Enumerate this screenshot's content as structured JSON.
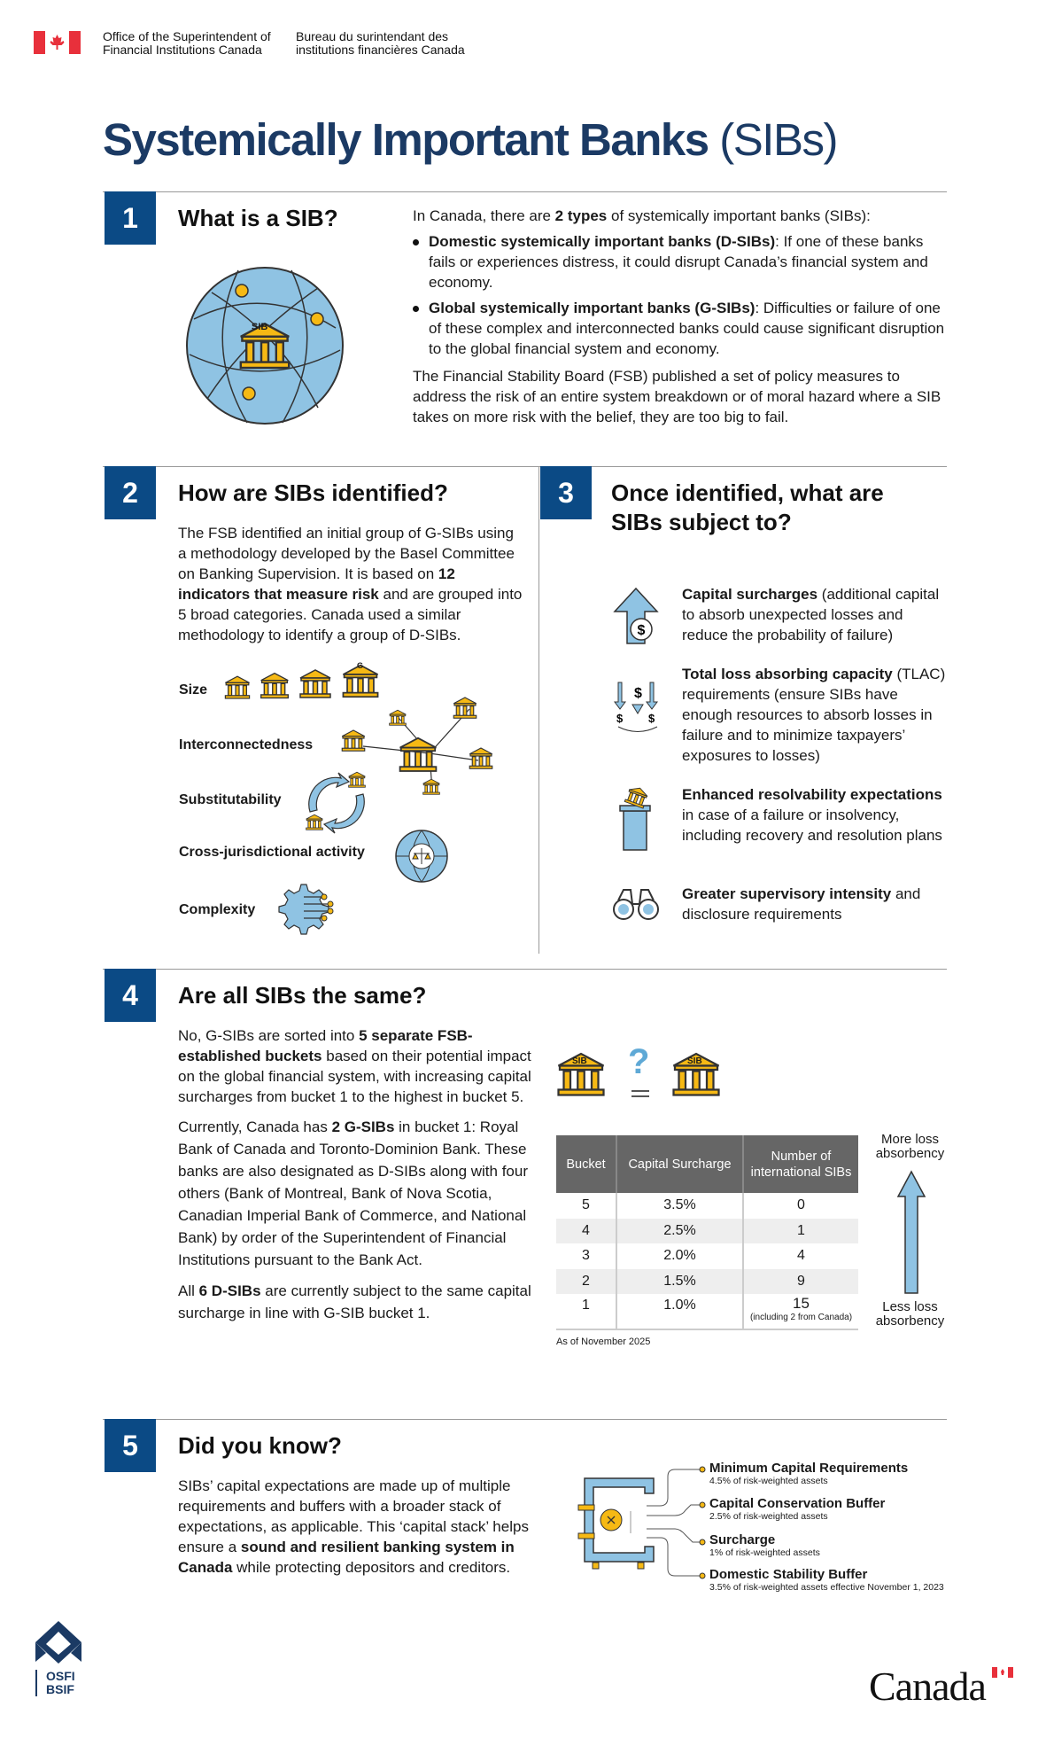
{
  "header": {
    "org_en_line1": "Office of the Superintendent of",
    "org_en_line2": "Financial Institutions Canada",
    "org_fr_line1": "Bureau du surintendant des",
    "org_fr_line2": "institutions financières Canada"
  },
  "title": {
    "bold": "Systemically Important Banks",
    "light": "(SIBs)"
  },
  "s1": {
    "num": "1",
    "heading": "What is a SIB?",
    "globe_label": "SIB",
    "intro_a": "In Canada, there are ",
    "intro_b": "2 types",
    "intro_c": " of systemically important banks (SIBs):",
    "b1_bold": "Domestic systemically important banks (D-SIBs)",
    "b1_text": ": If one of these banks fails or experiences distress, it could disrupt Canada’s financial system and economy.",
    "b2_bold": "Global systemically important banks (G-SIBs)",
    "b2_text": ": Difficulties or failure of one of these complex and interconnected banks could cause significant disruption to the global financial system and economy.",
    "para": "The Financial Stability Board (FSB) published a set of policy measures to address the risk of an entire system breakdown or of moral hazard where a SIB takes on more risk with the belief, they are too big to fail."
  },
  "s2": {
    "num": "2",
    "heading": "How are SIBs identified?",
    "p_a": "The FSB identified an initial group of G-SIBs using a methodology developed by the Basel Committee on Banking Supervision. It is based on ",
    "p_b": "12 indicators that measure risk",
    "p_c": " and are grouped into 5 broad categories. Canada used a similar methodology to identify a group of D-SIBs.",
    "indicators": [
      "Size",
      "Interconnectedness",
      "Substitutability",
      "Cross-jurisdictional activity",
      "Complexity"
    ],
    "g_label": "G"
  },
  "s3": {
    "num": "3",
    "heading_line1": "Once identified, what are",
    "heading_line2": "SIBs subject to?",
    "items": [
      {
        "bold": "Capital surcharges",
        "text": " (additional capital to absorb unexpected losses and reduce the probability of failure)"
      },
      {
        "bold": "Total loss absorbing capacity",
        "text": " (TLAC) requirements (ensure SIBs have enough resources to absorb losses in failure and to minimize taxpayers’ exposures to losses)"
      },
      {
        "bold": "Enhanced resolvability expectations",
        "text": " in case of a failure or insolvency, including recovery and resolution plans"
      },
      {
        "bold": "Greater supervisory intensity",
        "text": " and disclosure requirements"
      }
    ]
  },
  "s4": {
    "num": "4",
    "heading": "Are all SIBs the same?",
    "p1_a": "No, G-SIBs are sorted into ",
    "p1_b": "5 separate FSB-established buckets",
    "p1_c": " based on their potential impact on the global financial system, with increasing capital surcharges from bucket 1 to the highest in bucket 5.",
    "p2_a": "Currently, Canada has ",
    "p2_b": "2 G-SIBs",
    "p2_c": " in bucket 1: Royal Bank of Canada and Toronto-Dominion Bank. These banks are also designated as D-SIBs along with four others (Bank of Montreal, Bank of Nova Scotia, Canadian Imperial Bank of Commerce, and National Bank) by order of the Superintendent of Financial Institutions pursuant to the Bank Act.",
    "p3_a": "All ",
    "p3_b": "6 D-SIBs",
    "p3_c": " are currently subject to the same capital surcharge in line with G-SIB bucket 1.",
    "sib_label": "SIB",
    "question": "?",
    "table": {
      "headers": [
        "Bucket",
        "Capital Surcharge",
        "Number of international SIBs"
      ],
      "rows": [
        [
          "5",
          "3.5%",
          "0"
        ],
        [
          "4",
          "2.5%",
          "1"
        ],
        [
          "3",
          "2.0%",
          "4"
        ],
        [
          "2",
          "1.5%",
          "9"
        ],
        [
          "1",
          "1.0%",
          "15"
        ]
      ],
      "note": "(including 2 from Canada)"
    },
    "as_of": "As of November 2025",
    "more": "More loss absorbency",
    "less": "Less loss absorbency"
  },
  "s5": {
    "num": "5",
    "heading": "Did you know?",
    "p_a": "SIBs’ capital expectations are made up of  multiple requirements and buffers  with a broader stack of expectations, as applicable. This ‘capital stack’ helps ensure a ",
    "p_b": "sound and resilient banking system in Canada",
    "p_c": " while protecting depositors and creditors.",
    "stack": [
      {
        "title": "Minimum Capital Requirements",
        "sub": "4.5%  of risk-weighted assets"
      },
      {
        "title": "Capital Conservation Buffer",
        "sub": "2.5%  of risk-weighted assets"
      },
      {
        "title": "Surcharge",
        "sub": "1%  of risk-weighted assets"
      },
      {
        "title": "Domestic Stability Buffer",
        "sub": "3.5%  of risk-weighted assets effective November 1, 2023"
      }
    ]
  },
  "footer": {
    "osfi": "OSFI",
    "bsif": "BSIF",
    "canada": "Canada"
  },
  "colors": {
    "navy": "#1b3a64",
    "box": "#0b4a85",
    "light_blue": "#8fc3e3",
    "gold": "#f6b914"
  }
}
